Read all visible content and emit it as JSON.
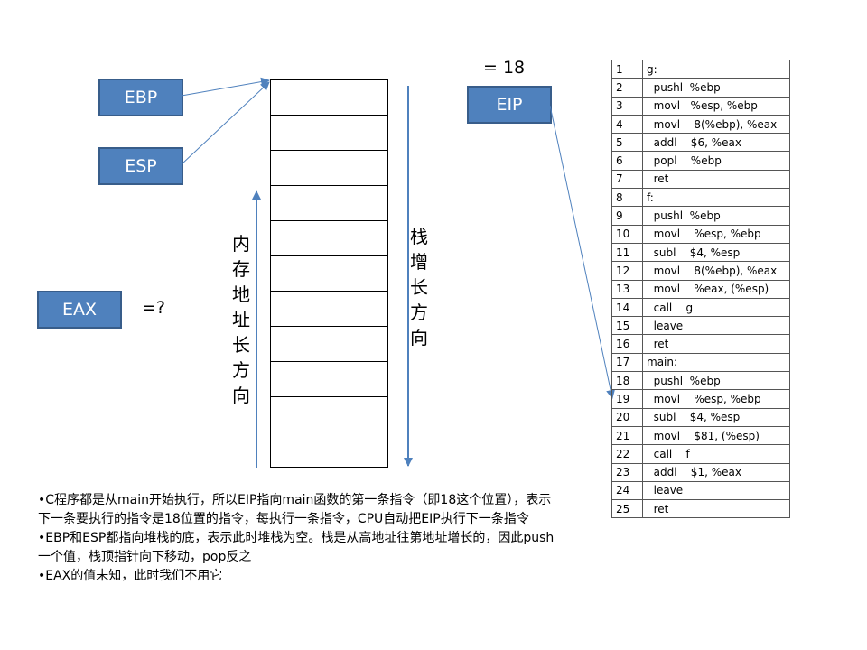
{
  "registers": {
    "ebp": "EBP",
    "esp": "ESP",
    "eip": "EIP",
    "eax": "EAX"
  },
  "eip_value": "= 18",
  "eax_value": "=?",
  "memory_label": [
    "内",
    "存",
    "地",
    "址",
    "长",
    "方",
    "向"
  ],
  "stack_label": [
    "栈",
    "增",
    "长",
    "方",
    "向"
  ],
  "stack_cells": 11,
  "code": [
    {
      "n": "1",
      "text": "g:"
    },
    {
      "n": "2",
      "text": "  pushl  %ebp"
    },
    {
      "n": "3",
      "text": "  movl   %esp, %ebp"
    },
    {
      "n": "4",
      "text": "  movl    8(%ebp), %eax"
    },
    {
      "n": "5",
      "text": "  addl    $6, %eax"
    },
    {
      "n": "6",
      "text": "  popl    %ebp"
    },
    {
      "n": "7",
      "text": "  ret"
    },
    {
      "n": "8",
      "text": "f:"
    },
    {
      "n": "9",
      "text": "  pushl  %ebp"
    },
    {
      "n": "10",
      "text": "  movl    %esp, %ebp"
    },
    {
      "n": "11",
      "text": "  subl    $4, %esp"
    },
    {
      "n": "12",
      "text": "  movl    8(%ebp), %eax"
    },
    {
      "n": "13",
      "text": "  movl    %eax, (%esp)"
    },
    {
      "n": "14",
      "text": "  call    g"
    },
    {
      "n": "15",
      "text": "  leave"
    },
    {
      "n": "16",
      "text": "  ret"
    },
    {
      "n": "17",
      "text": "main:"
    },
    {
      "n": "18",
      "text": "  pushl  %ebp"
    },
    {
      "n": "19",
      "text": "  movl    %esp, %ebp"
    },
    {
      "n": "20",
      "text": "  subl    $4, %esp"
    },
    {
      "n": "21",
      "text": "  movl    $81, (%esp)"
    },
    {
      "n": "22",
      "text": "  call    f"
    },
    {
      "n": "23",
      "text": "  addl    $1, %eax"
    },
    {
      "n": "24",
      "text": "  leave"
    },
    {
      "n": "25",
      "text": "  ret"
    }
  ],
  "notes": [
    "•C程序都是从main开始执行，所以EIP指向main函数的第一条指令（即18这个位置），表示下一条要执行的指令是18位置的指令，每执行一条指令，CPU自动把EIP执行下一条指令",
    "•EBP和ESP都指向堆栈的底，表示此时堆栈为空。栈是从高地址往第地址增长的，因此push一个值，栈顶指针向下移动，pop反之",
    "•EAX的值未知，此时我们不用它"
  ],
  "colors": {
    "register_fill": "#4f81bd",
    "register_border": "#385d8a",
    "arrow": "#4f81bd"
  }
}
